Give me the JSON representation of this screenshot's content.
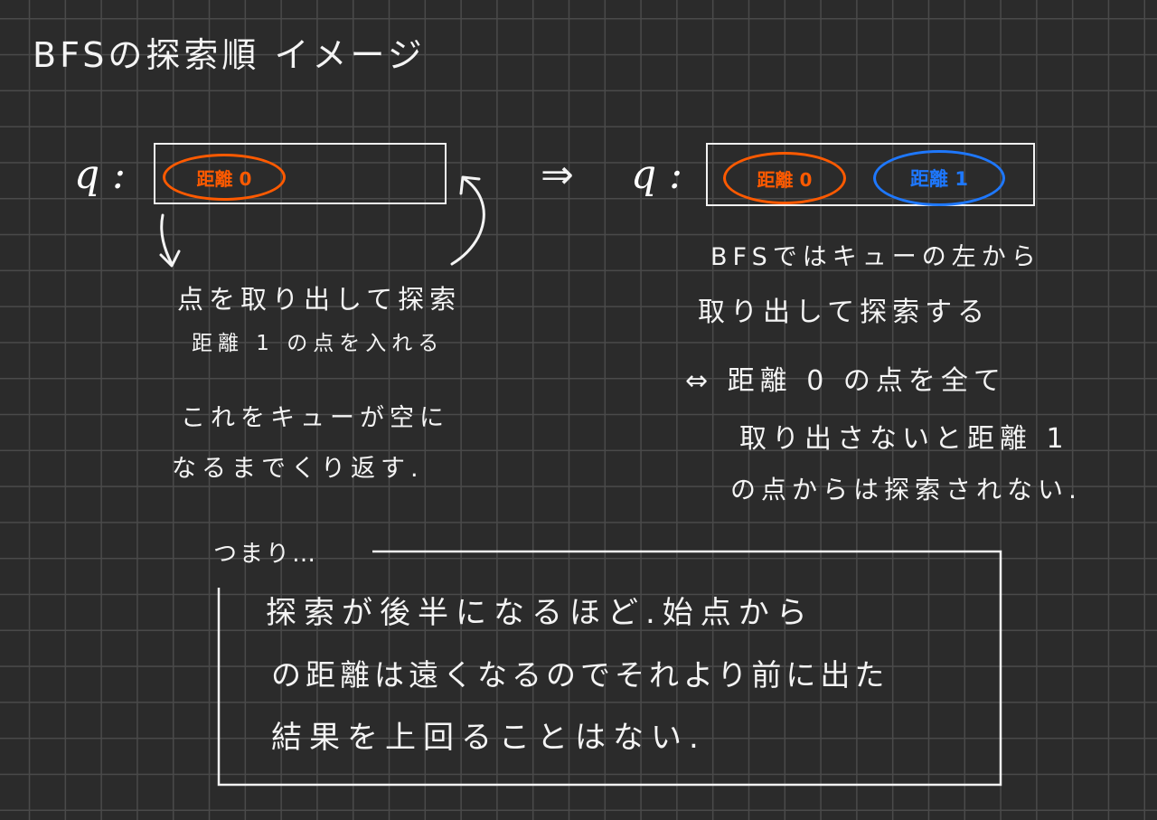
{
  "title": "BFSの探索順 イメージ",
  "queue_label": "q :",
  "left_queue": {
    "items": [
      {
        "text": "距離 0",
        "color": "#ff5a00"
      }
    ]
  },
  "transition_arrow": "⇒",
  "right_queue": {
    "items": [
      {
        "text": "距離 0",
        "color": "#ff5a00"
      },
      {
        "text": "距離 1",
        "color": "#1e78ff"
      }
    ]
  },
  "left_notes": {
    "line1": "点を取り出して探索",
    "line2": "距離 1 の点を入れる",
    "line3": "これをキューが空に",
    "line4": "なるまでくり返す."
  },
  "right_notes": {
    "line1": "BFSではキューの左から",
    "line2": "取り出して探索する",
    "line3": "⇔ 距離 0 の点を全て",
    "line4": "取り出さないと距離 1",
    "line5": "の点からは探索されない."
  },
  "conclusion": {
    "lead": "つまり…",
    "line1": "探索が後半になるほど.始点から",
    "line2": "の距離は遠くなるのでそれより前に出た",
    "line3": "結果を上回ることはない."
  }
}
